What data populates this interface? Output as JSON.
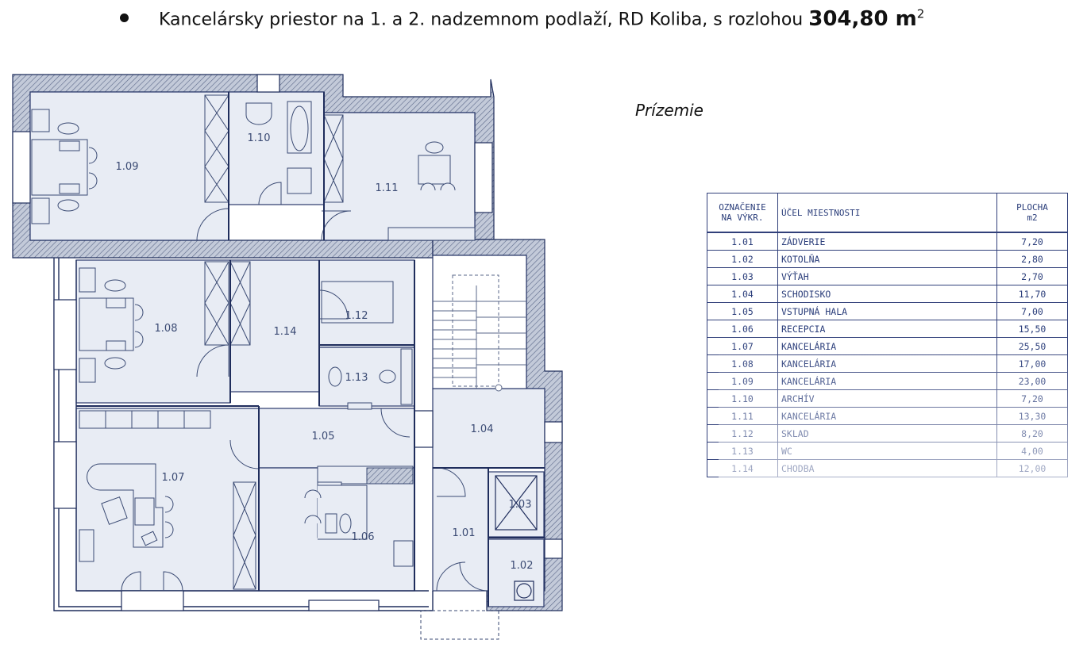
{
  "header": {
    "title": "Kancelársky priestor na 1. a 2. nadzemnom podlaží, RD Koliba, s rozlohou",
    "area_value": "304,80 m",
    "area_sup": "2"
  },
  "floor": {
    "name": "Prízemie"
  },
  "plan_labels": [
    "1.09",
    "1.10",
    "1.11",
    "1.08",
    "1.14",
    "1.12",
    "1.13",
    "1.05",
    "1.04",
    "1.07",
    "1.03",
    "1.01",
    "1.06",
    "1.02"
  ],
  "table": {
    "headers": {
      "col1_line1": "OZNAČENIE",
      "col1_line2": "NA VÝKR.",
      "col2": "ÚČEL MIESTNOSTI",
      "col3_line1": "PLOCHA",
      "col3_line2": "m2"
    },
    "rows": [
      [
        "1.01",
        "ZÁDVERIE",
        "7,20"
      ],
      [
        "1.02",
        "KOTOLŇA",
        "2,80"
      ],
      [
        "1.03",
        "VÝŤAH",
        "2,70"
      ],
      [
        "1.04",
        "SCHODISKO",
        "11,70"
      ],
      [
        "1.05",
        "VSTUPNÁ HALA",
        "7,00"
      ],
      [
        "1.06",
        "RECEPCIA",
        "15,50"
      ],
      [
        "1.07",
        "KANCELÁRIA",
        "25,50"
      ],
      [
        "1.08",
        "KANCELÁRIA",
        "17,00"
      ],
      [
        "1.09",
        "KANCELÁRIA",
        "23,00"
      ],
      [
        "1.10",
        "ARCHÍV",
        "7,20"
      ],
      [
        "1.11",
        "KANCELÁRIA",
        "13,30"
      ],
      [
        "1.12",
        "SKLAD",
        "8,20"
      ],
      [
        "1.13",
        "WC",
        "4,00"
      ],
      [
        "1.14",
        "CHODBA",
        "12,00"
      ]
    ]
  },
  "colors": {
    "wall": "#1f2d5c",
    "wall_fill": "#a9b3c9",
    "room_fill": "#e8ecf4",
    "text": "#2a3d7a"
  }
}
